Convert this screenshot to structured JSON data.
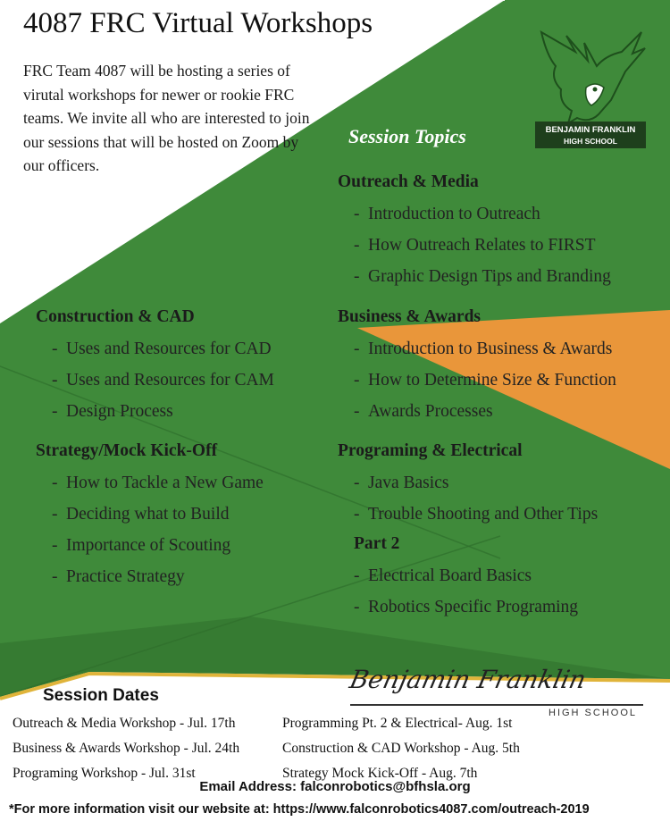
{
  "header": {
    "title": "4087  FRC Virtual Workshops",
    "intro": "FRC Team 4087 will be hosting a series of virutal workshops for newer or rookie FRC teams. We invite all who are interested to join our sessions that will be hosted on Zoom by our officers."
  },
  "logo": {
    "name_line1": "BENJAMIN FRANKLIN",
    "name_line2": "HIGH SCHOOL"
  },
  "topics": {
    "heading": "Session Topics",
    "outreach": {
      "title": "Outreach & Media",
      "items": [
        "Introduction to Outreach",
        "How Outreach Relates to FIRST",
        "Graphic Design Tips and Branding"
      ]
    },
    "business": {
      "title": "Business & Awards",
      "items": [
        "Introduction to Business & Awards",
        "How to Determine Size & Function",
        "Awards Processes"
      ]
    },
    "programming": {
      "title": "Programing & Electrical",
      "items": [
        "Java Basics",
        "Trouble Shooting and Other Tips"
      ],
      "part2_title": "Part 2",
      "part2_items": [
        "Electrical Board Basics",
        "Robotics Specific Programing"
      ]
    },
    "construction": {
      "title": "Construction & CAD",
      "items": [
        "Uses and Resources for CAD",
        "Uses and Resources for CAM",
        "Design Process"
      ]
    },
    "strategy": {
      "title": "Strategy/Mock Kick-Off",
      "items": [
        "How to Tackle a New Game",
        "Deciding what to Build",
        "Importance of Scouting",
        "Practice Strategy"
      ]
    }
  },
  "signature": {
    "script": "Benjamin Franklin",
    "school": "HIGH SCHOOL"
  },
  "dates": {
    "heading": "Session Dates",
    "left": [
      "Outreach & Media Workshop - Jul. 17th",
      "Business & Awards Workshop - Jul. 24th",
      "Programing Workshop - Jul. 31st"
    ],
    "right": [
      "Programming Pt. 2  & Electrical- Aug. 1st",
      "Construction & CAD Workshop - Aug. 5th",
      "Strategy Mock Kick-Off - Aug. 7th"
    ]
  },
  "footer": {
    "email": "Email Address: falconrobotics@bfhsla.org",
    "website": "*For more information visit our website at: https://www.falconrobotics4087.com/outreach-2019"
  },
  "colors": {
    "green": "#3f8a3a",
    "green_dark": "#2f6f2c",
    "orange": "#e9963a",
    "gold": "#e0b43a",
    "white": "#ffffff"
  }
}
